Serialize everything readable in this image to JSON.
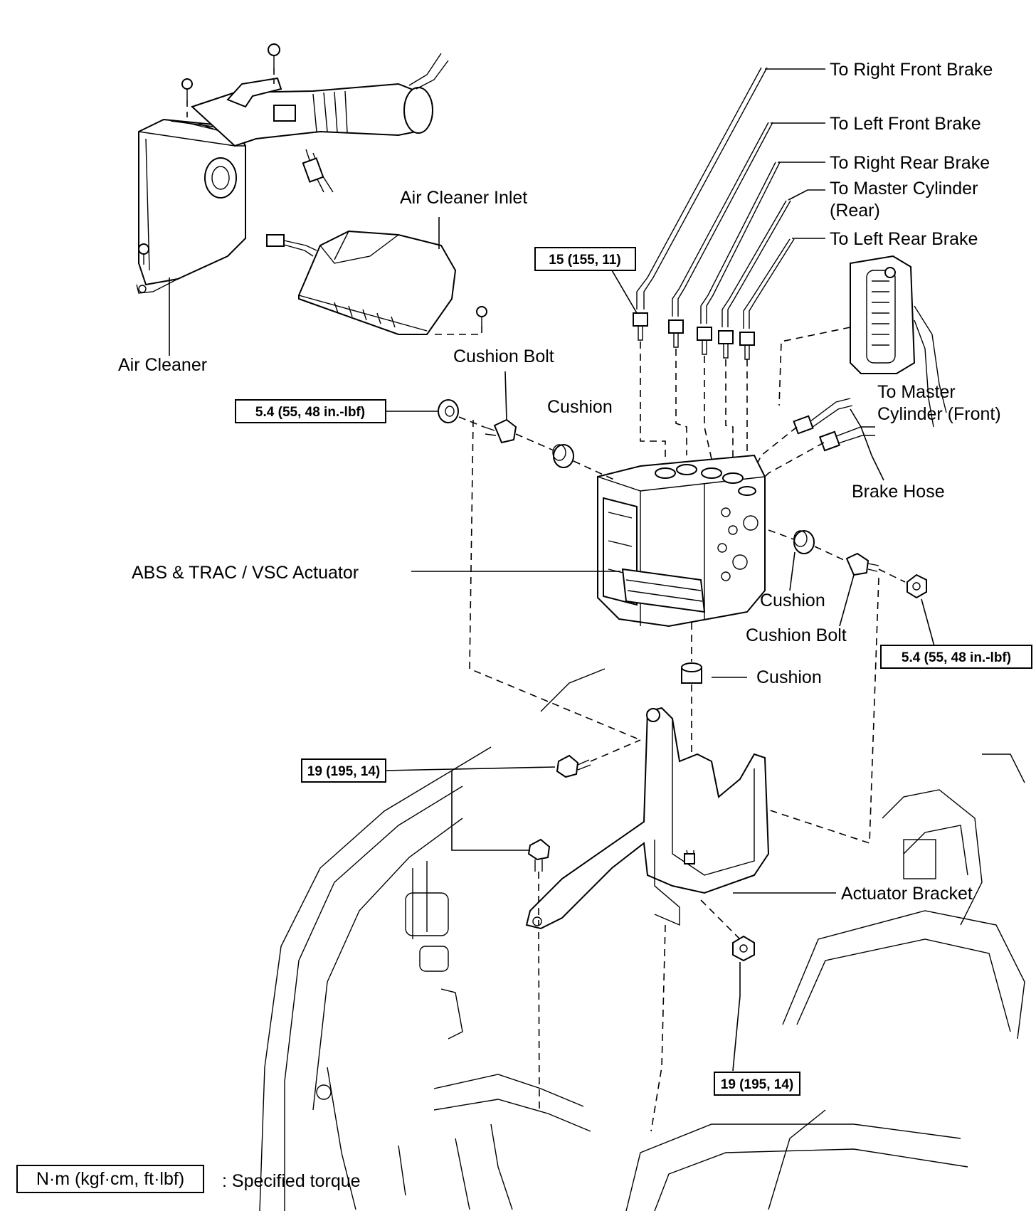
{
  "labels": {
    "right_front_brake": "To Right Front Brake",
    "left_front_brake": "To Left Front Brake",
    "right_rear_brake": "To Right Rear Brake",
    "master_cyl_rear_1": "To Master Cylinder",
    "master_cyl_rear_2": "(Rear)",
    "left_rear_brake": "To Left Rear Brake",
    "air_cleaner_inlet": "Air Cleaner Inlet",
    "air_cleaner": "Air Cleaner",
    "cushion_bolt_1": "Cushion Bolt",
    "cushion_1": "Cushion",
    "master_cyl_front_1": "To Master",
    "master_cyl_front_2": "Cylinder (Front)",
    "brake_hose": "Brake Hose",
    "actuator": "ABS & TRAC / VSC Actuator",
    "cushion_2": "Cushion",
    "cushion_bolt_2": "Cushion Bolt",
    "cushion_3": "Cushion",
    "actuator_bracket": "Actuator Bracket"
  },
  "torques": {
    "brake_lines": "15 (155, 11)",
    "nut_left": "5.4 (55, 48 in.-lbf)",
    "nut_right": "5.4 (55, 48 in.-lbf)",
    "bracket_bolts": "19 (195, 14)",
    "bracket_nut": "19 (195, 14)"
  },
  "legend": {
    "unit": "N·m (kgf·cm, ft·lbf)",
    "meaning": ": Specified torque"
  }
}
